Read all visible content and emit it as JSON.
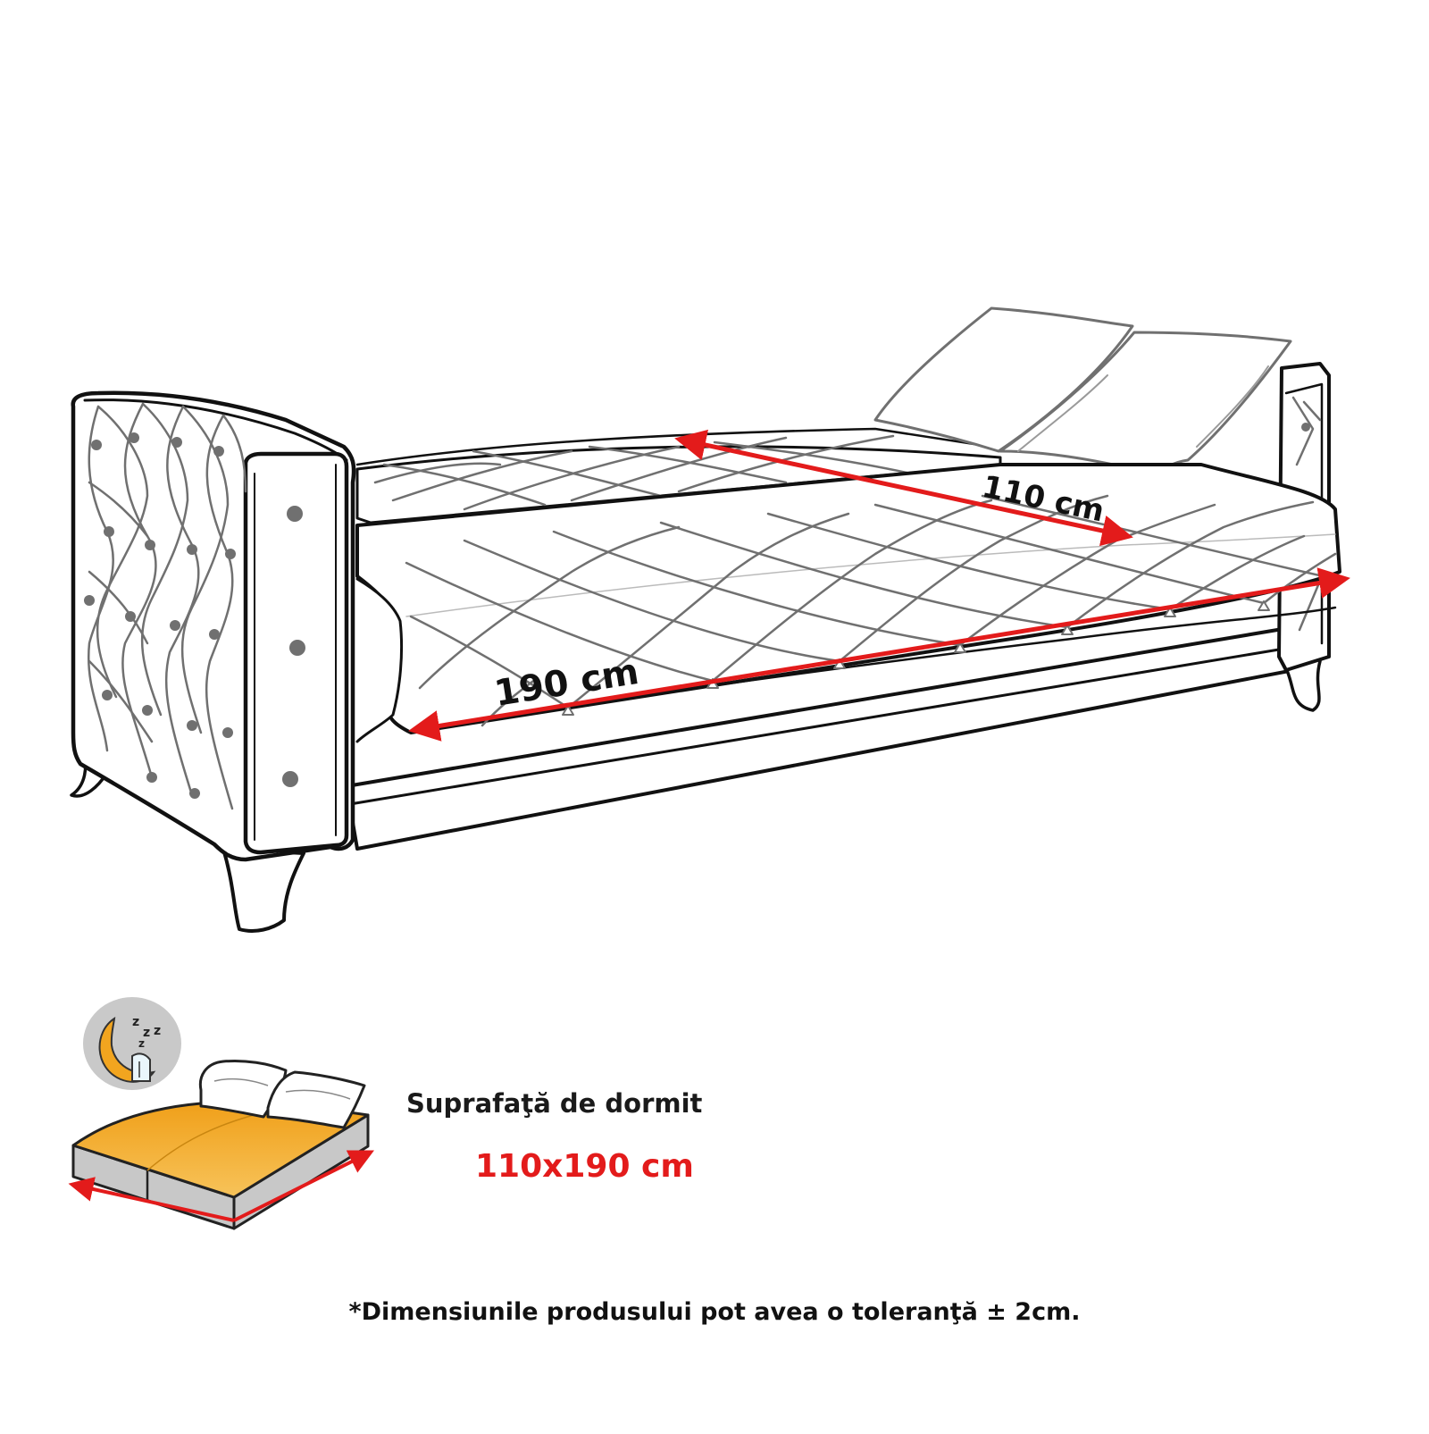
{
  "dimensions": {
    "width_label": "110 cm",
    "length_label": "190 cm"
  },
  "sleeping_surface": {
    "title": "Suprafaţă de dormit",
    "size": "110x190 cm"
  },
  "note": "*Dimensiunile produsului pot avea o toleranţă ± 2cm.",
  "icons": [
    "sofa-bed-drawing",
    "moon-sleep-icon",
    "bed-mattress-icon"
  ],
  "colors": {
    "arrow": "#e31b1b",
    "outline": "#111111",
    "stitch": "#707070",
    "mattress": "#f2a51f",
    "mattress_side": "#c8c8c8",
    "icon_circle": "#c9c9c9"
  }
}
